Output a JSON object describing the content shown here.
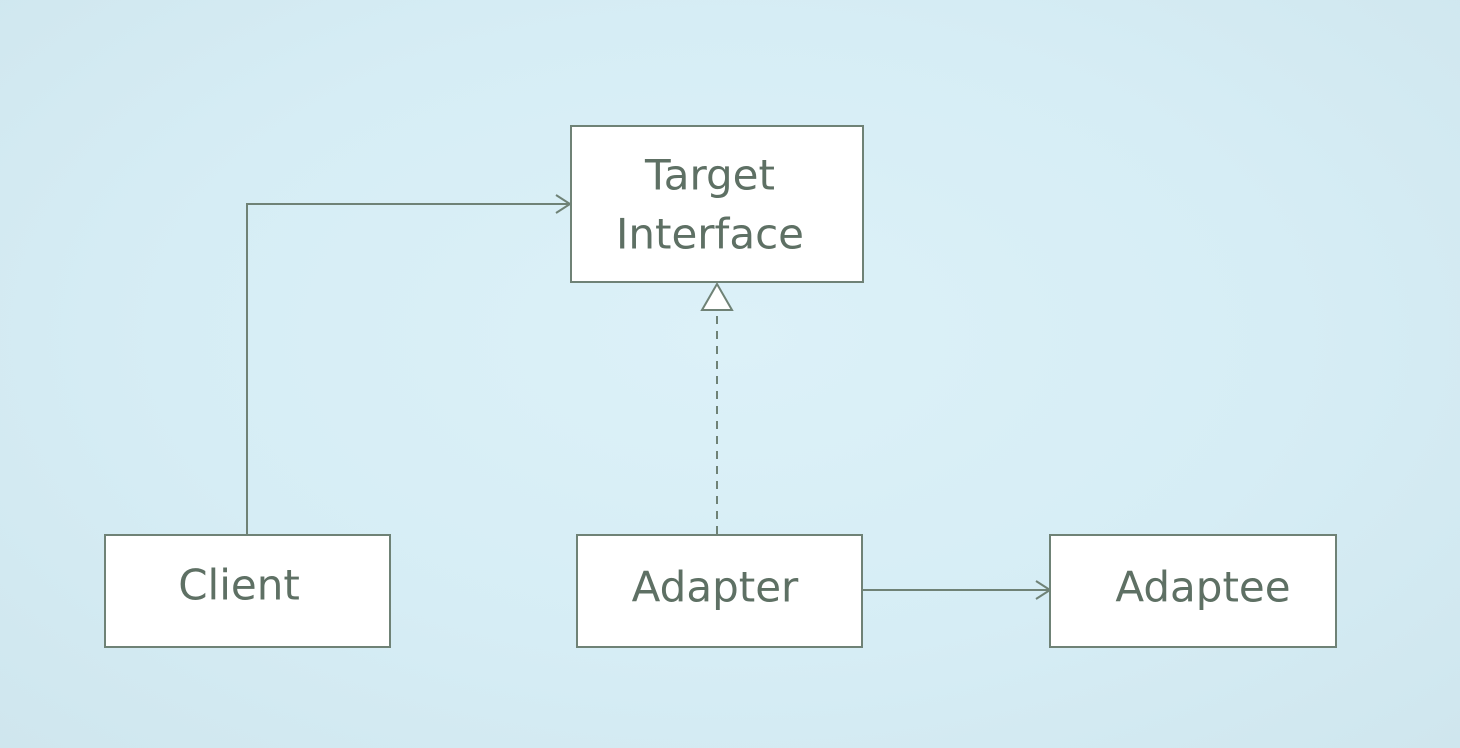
{
  "diagram": {
    "nodes": {
      "target": {
        "line1": "Target",
        "line2": "Interface"
      },
      "client": {
        "label": "Client"
      },
      "adapter": {
        "label": "Adapter"
      },
      "adaptee": {
        "label": "Adaptee"
      }
    },
    "colors": {
      "background": "#d8eef6",
      "stroke": "#6f8276",
      "text": "#5e7064",
      "box_fill": "#ffffff"
    }
  }
}
